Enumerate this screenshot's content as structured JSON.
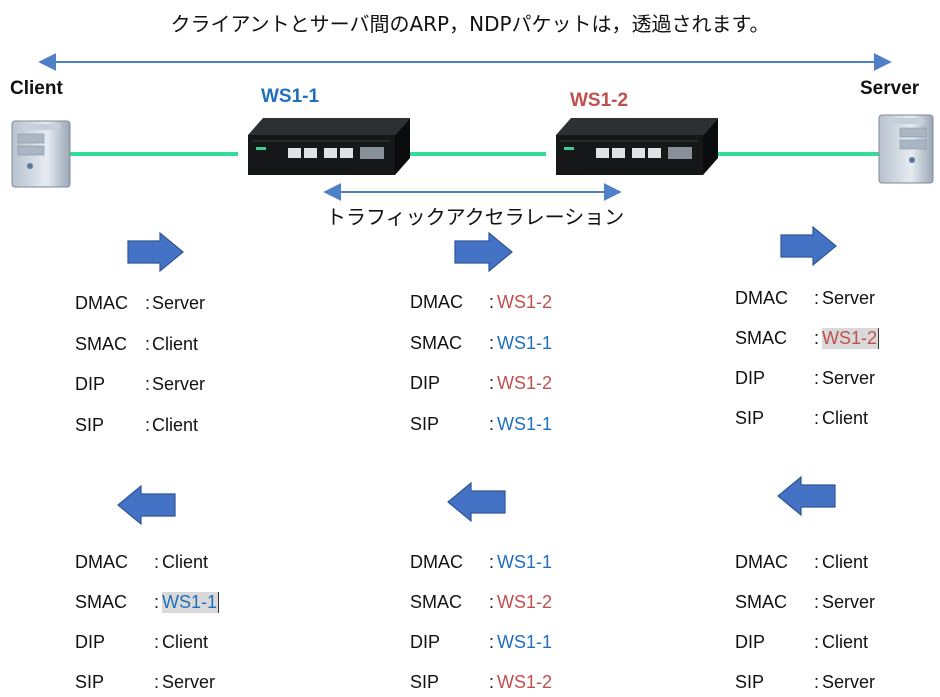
{
  "title": "クライアントとサーバ間のARP，NDPパケットは，透過されます。",
  "endpoints": {
    "client": "Client",
    "server": "Server"
  },
  "devices": [
    {
      "label": "WS1-1",
      "color": "#1f6fbf"
    },
    {
      "label": "WS1-2",
      "color": "#c0504d"
    }
  ],
  "accel_label": "トラフィックアクセラレーション",
  "colors": {
    "black": "#111111",
    "blue": "#1f6fbf",
    "red": "#c0504d",
    "arrow": "#4472c4",
    "link": "#33dd99",
    "line": "#4f7fc7",
    "highlight": "#d9d9d9"
  },
  "packet_groups": [
    {
      "direction": "right",
      "fields": [
        {
          "key": "DMAC",
          "val": "Server",
          "color": "black"
        },
        {
          "key": "SMAC",
          "val": "Client",
          "color": "black"
        },
        {
          "key": "DIP",
          "val": "Server",
          "color": "black"
        },
        {
          "key": "SIP",
          "val": "Client",
          "color": "black"
        }
      ]
    },
    {
      "direction": "right",
      "fields": [
        {
          "key": "DMAC",
          "val": "WS1-2",
          "color": "red"
        },
        {
          "key": "SMAC",
          "val": "WS1-1",
          "color": "blue"
        },
        {
          "key": "DIP",
          "val": "WS1-2",
          "color": "red"
        },
        {
          "key": "SIP",
          "val": "WS1-1",
          "color": "blue"
        }
      ]
    },
    {
      "direction": "right",
      "fields": [
        {
          "key": "DMAC",
          "val": "Server",
          "color": "black"
        },
        {
          "key": "SMAC",
          "val": "WS1-2",
          "color": "red",
          "highlight": true
        },
        {
          "key": "DIP",
          "val": "Server",
          "color": "black"
        },
        {
          "key": "SIP",
          "val": "Client",
          "color": "black"
        }
      ]
    },
    {
      "direction": "left",
      "fields": [
        {
          "key": "DMAC",
          "val": "Client",
          "color": "black"
        },
        {
          "key": "SMAC",
          "val": "WS1-1",
          "color": "blue",
          "highlight": true
        },
        {
          "key": "DIP",
          "val": "Client",
          "color": "black"
        },
        {
          "key": "SIP",
          "val": "Server",
          "color": "black"
        }
      ]
    },
    {
      "direction": "left",
      "fields": [
        {
          "key": "DMAC",
          "val": "WS1-1",
          "color": "blue"
        },
        {
          "key": "SMAC",
          "val": "WS1-2",
          "color": "red"
        },
        {
          "key": "DIP",
          "val": "WS1-1",
          "color": "blue"
        },
        {
          "key": "SIP",
          "val": "WS1-2",
          "color": "red"
        }
      ]
    },
    {
      "direction": "left",
      "fields": [
        {
          "key": "DMAC",
          "val": "Client",
          "color": "black"
        },
        {
          "key": "SMAC",
          "val": "Server",
          "color": "black"
        },
        {
          "key": "DIP",
          "val": "Client",
          "color": "black"
        },
        {
          "key": "SIP",
          "val": "Server",
          "color": "black"
        }
      ]
    }
  ]
}
